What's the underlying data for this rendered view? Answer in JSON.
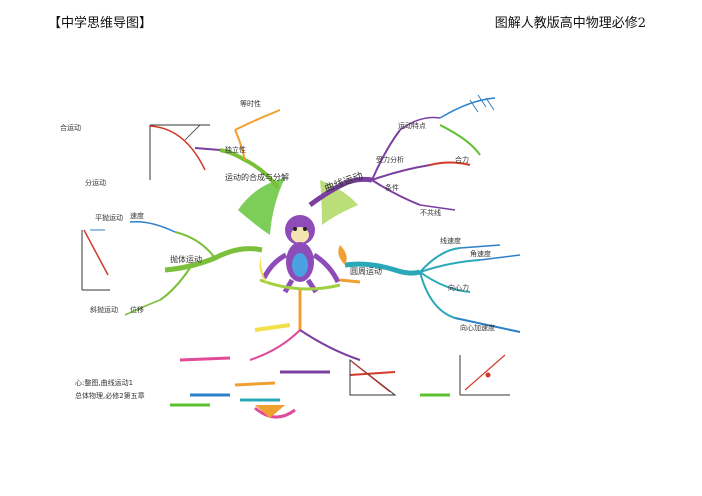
{
  "header": {
    "left_title": "【中学思维导图】",
    "right_title": "图解人教版高中物理必修2"
  },
  "map": {
    "center": "曲线运动",
    "branches": [
      {
        "id": "curve",
        "label": "曲线运动",
        "color": "#7b3fa0",
        "children": [
          "运动特点",
          "受力分析",
          "条件",
          "合力",
          "不共线"
        ]
      },
      {
        "id": "projectile",
        "label": "抛体运动",
        "color": "#2d7fc9",
        "children": [
          "平抛运动",
          "速度",
          "位移",
          "斜抛运动"
        ]
      },
      {
        "id": "circular",
        "label": "圆周运动",
        "color": "#2aa8b8",
        "children": [
          "线速度",
          "角速度",
          "向心力",
          "向心加速度"
        ]
      },
      {
        "id": "composition",
        "label": "运动的合成与分解",
        "color": "#7bbf3a",
        "children": [
          "合运动",
          "分运动",
          "等时性",
          "独立性"
        ]
      }
    ],
    "notes": [
      "心:整图,曲线运动1",
      "总体物理,必修2第五章"
    ]
  },
  "colors": {
    "purple": "#7b3fa0",
    "blue": "#2d7fc9",
    "teal": "#2aa8b8",
    "green": "#7bbf3a",
    "orange": "#f0a030",
    "pink": "#e24a9a",
    "yellow": "#f2e04a",
    "red": "#d23a2a"
  }
}
